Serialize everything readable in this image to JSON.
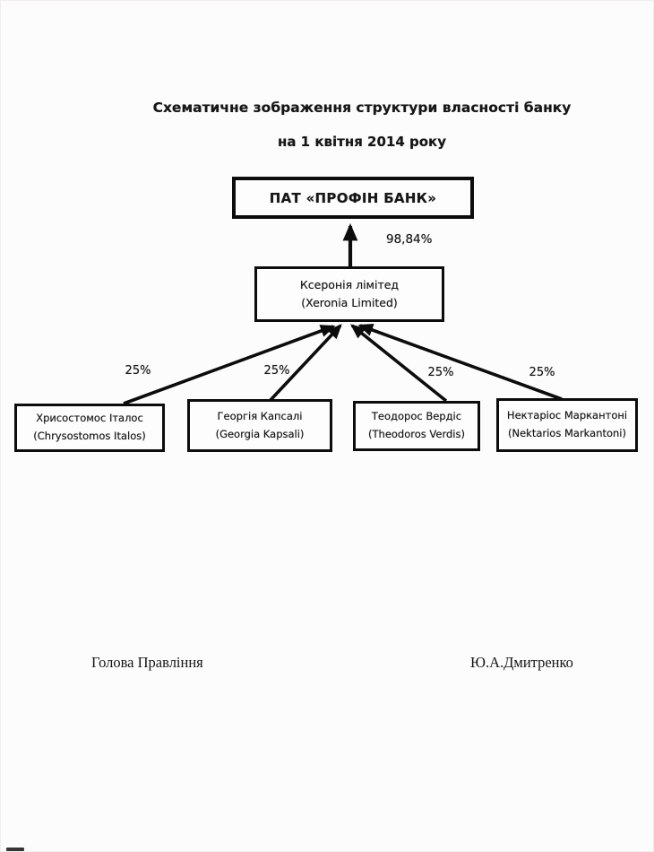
{
  "page": {
    "title": "Схематичне зображення структури власності банку",
    "subtitle": "на 1 квітня 2014 року",
    "signature_role": "Голова Правління",
    "signature_name": "Ю.А.Дмитренко"
  },
  "diagram": {
    "type": "ownership-structure-tree",
    "bank": {
      "label": "ПАТ «ПРОФІН БАНК»"
    },
    "holding": {
      "name_uk": "Ксеронія лімітед",
      "name_en": "(Xeronia Limited)",
      "stake_in_bank": "98,84%"
    },
    "shareholders": [
      {
        "name_uk": "Хрисостомос Італос",
        "name_en": "(Chrysostomos Italos)",
        "stake": "25%"
      },
      {
        "name_uk": "Георгія Капсалі",
        "name_en": "(Georgia Kapsali)",
        "stake": "25%"
      },
      {
        "name_uk": "Теодорос Вердіс",
        "name_en": "(Theodoros Verdis)",
        "stake": "25%"
      },
      {
        "name_uk": "Нектаріос Маркантоні",
        "name_en": "(Nektarios Markantoni)",
        "stake": "25%"
      }
    ],
    "colors": {
      "ink": "#0c0c0c",
      "paper": "#fdfcfc"
    }
  }
}
